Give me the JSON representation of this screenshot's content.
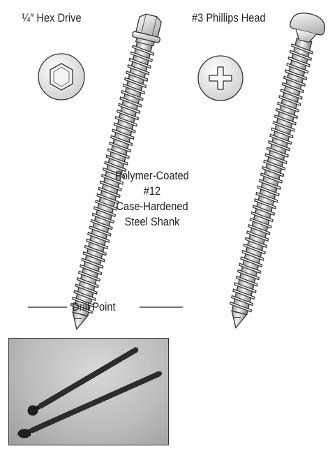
{
  "labels": {
    "hex_drive": "¼″ Hex Drive",
    "phillips_head": "#3 Phillips Head",
    "shank": [
      "Polymer-Coated",
      "#12",
      "Case-Hardened",
      "Steel Shank"
    ],
    "drill_point": "Drill Point"
  },
  "icons": {
    "hex_detail": "hex-drive-icon",
    "phillips_detail": "phillips-head-icon"
  },
  "colors": {
    "ink": "#222222",
    "photo_bg": "#bdbdbd",
    "screw_dark": "#2a2a2a"
  }
}
